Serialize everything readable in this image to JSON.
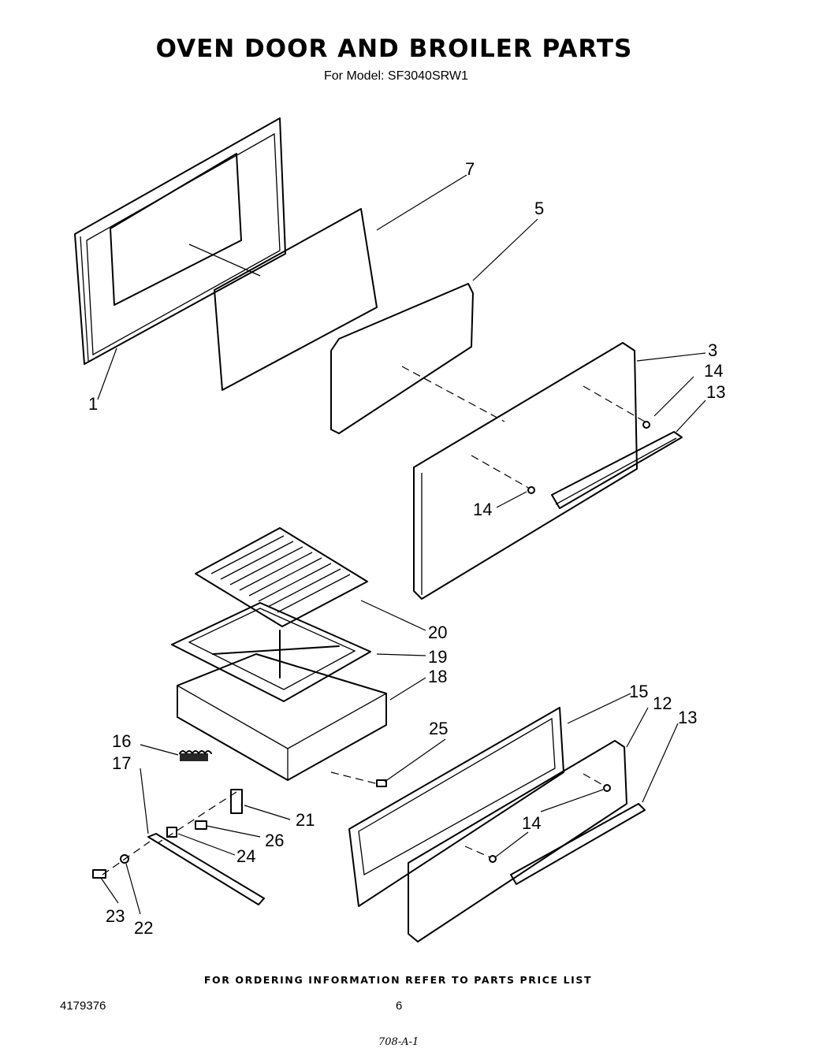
{
  "title": "OVEN DOOR AND BROILER PARTS",
  "subtitle": "For Model: SF3040SRW1",
  "footer_note": "FOR ORDERING INFORMATION REFER TO PARTS PRICE LIST",
  "doc_number": "4179376",
  "page_number": "6",
  "handwritten_note": "708-A-1",
  "callouts": {
    "c1": "1",
    "c3": "3",
    "c5": "5",
    "c7": "7",
    "c12": "12",
    "c13a": "13",
    "c13b": "13",
    "c14a": "14",
    "c14b": "14",
    "c14c": "14",
    "c15": "15",
    "c16": "16",
    "c17": "17",
    "c18": "18",
    "c19": "19",
    "c20": "20",
    "c21": "21",
    "c22": "22",
    "c23": "23",
    "c24": "24",
    "c25": "25",
    "c26": "26"
  }
}
